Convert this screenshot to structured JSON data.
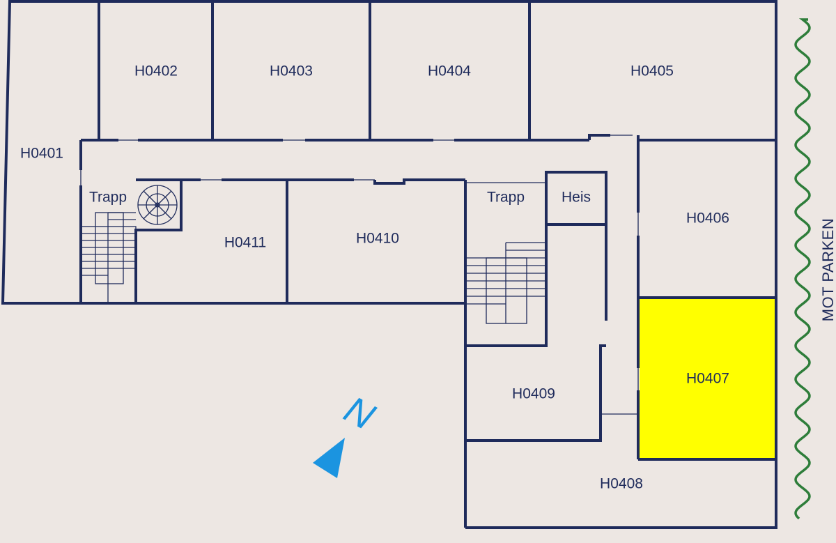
{
  "floor_plan": {
    "rooms": [
      {
        "id": "H0401",
        "label": "H0401",
        "highlighted": false
      },
      {
        "id": "H0402",
        "label": "H0402",
        "highlighted": false
      },
      {
        "id": "H0403",
        "label": "H0403",
        "highlighted": false
      },
      {
        "id": "H0404",
        "label": "H0404",
        "highlighted": false
      },
      {
        "id": "H0405",
        "label": "H0405",
        "highlighted": false
      },
      {
        "id": "H0406",
        "label": "H0406",
        "highlighted": false
      },
      {
        "id": "H0407",
        "label": "H0407",
        "highlighted": true
      },
      {
        "id": "H0408",
        "label": "H0408",
        "highlighted": false
      },
      {
        "id": "H0409",
        "label": "H0409",
        "highlighted": false
      },
      {
        "id": "H0410",
        "label": "H0410",
        "highlighted": false
      },
      {
        "id": "H0411",
        "label": "H0411",
        "highlighted": false
      }
    ],
    "stairs": [
      {
        "label": "Trapp"
      },
      {
        "label": "Trapp"
      }
    ],
    "elevator": {
      "label": "Heis"
    },
    "compass": {
      "label": "N",
      "icon": "north-arrow-icon"
    },
    "side_label": "MOT PARKEN",
    "colors": {
      "background": "#ede7e3",
      "wall": "#1f2b5b",
      "highlight": "#ffff00",
      "compass": "#1b94e0",
      "park": "#2e7d3a"
    }
  }
}
